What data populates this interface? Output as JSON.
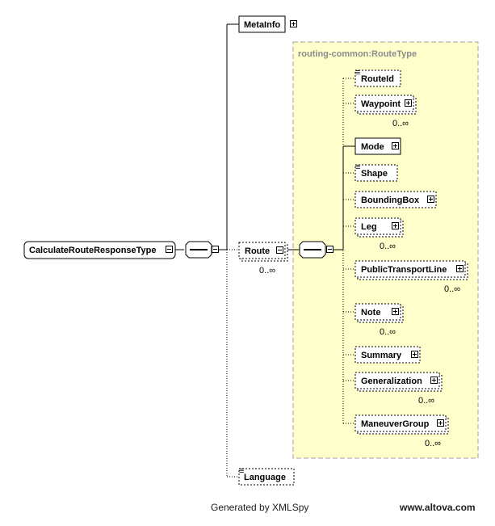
{
  "root": {
    "label": "CalculateRouteResponseType"
  },
  "children": [
    {
      "key": "metainfo",
      "label": "MetaInfo",
      "occurs": ""
    },
    {
      "key": "route",
      "label": "Route",
      "occurs": "0..∞"
    },
    {
      "key": "language",
      "label": "Language",
      "occurs": ""
    }
  ],
  "route_type": {
    "name": "routing-common:RouteType",
    "elements": [
      {
        "key": "routeid",
        "label": "RouteId",
        "occurs": ""
      },
      {
        "key": "waypoint",
        "label": "Waypoint",
        "occurs": "0..∞"
      },
      {
        "key": "mode",
        "label": "Mode",
        "occurs": ""
      },
      {
        "key": "shape",
        "label": "Shape",
        "occurs": ""
      },
      {
        "key": "boundingbox",
        "label": "BoundingBox",
        "occurs": ""
      },
      {
        "key": "leg",
        "label": "Leg",
        "occurs": "0..∞"
      },
      {
        "key": "publictransportline",
        "label": "PublicTransportLine",
        "occurs": "0..∞"
      },
      {
        "key": "note",
        "label": "Note",
        "occurs": "0..∞"
      },
      {
        "key": "summary",
        "label": "Summary",
        "occurs": ""
      },
      {
        "key": "generalization",
        "label": "Generalization",
        "occurs": "0..∞"
      },
      {
        "key": "maneuvergroup",
        "label": "ManeuverGroup",
        "occurs": "0..∞"
      }
    ]
  },
  "footer": {
    "generated_by": "Generated by XMLSpy",
    "site": "www.altova.com"
  },
  "colors": {
    "type_panel_fill": "#ffffcc",
    "type_panel_border": "#a0a0a0",
    "line": "#000000"
  }
}
